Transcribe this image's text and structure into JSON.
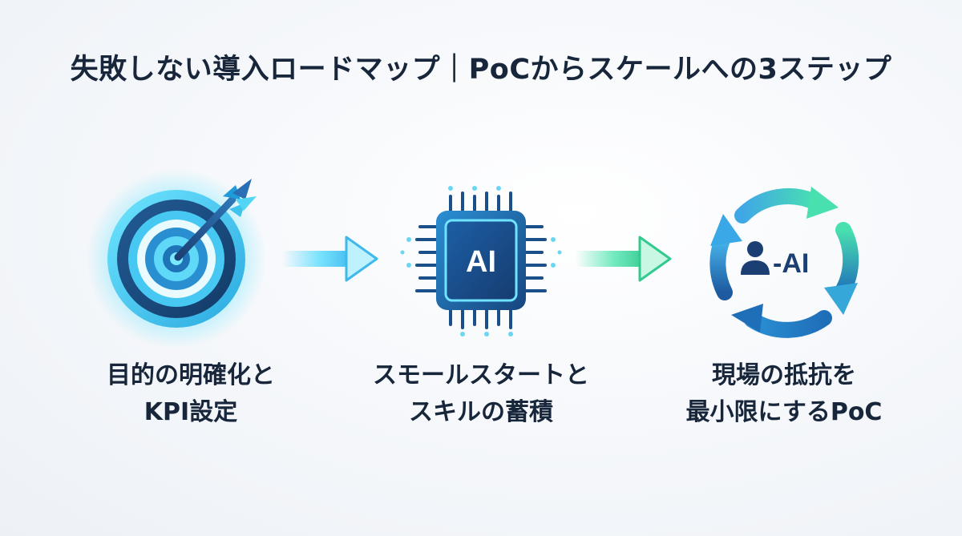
{
  "title": "失敗しない導入ロードマップ｜PoCからスケールへの3ステップ",
  "steps": [
    {
      "icon": "target-arrow-icon",
      "label_lines": [
        "目的の明確化と",
        "KPI設定"
      ]
    },
    {
      "icon": "ai-chip-icon",
      "icon_text": "AI",
      "label_lines": [
        "スモールスタートと",
        "スキルの蓄積"
      ]
    },
    {
      "icon": "human-ai-cycle-icon",
      "icon_text": "-AI",
      "label_lines": [
        "現場の抵抗を",
        "最小限にするPoC"
      ]
    }
  ],
  "connectors": [
    "right-arrow-icon",
    "right-arrow-icon"
  ],
  "colors": {
    "text": "#17263a",
    "cyan": "#3fd0f0",
    "blue": "#1f5fae",
    "navy": "#16345e",
    "green": "#3fe0a0"
  }
}
